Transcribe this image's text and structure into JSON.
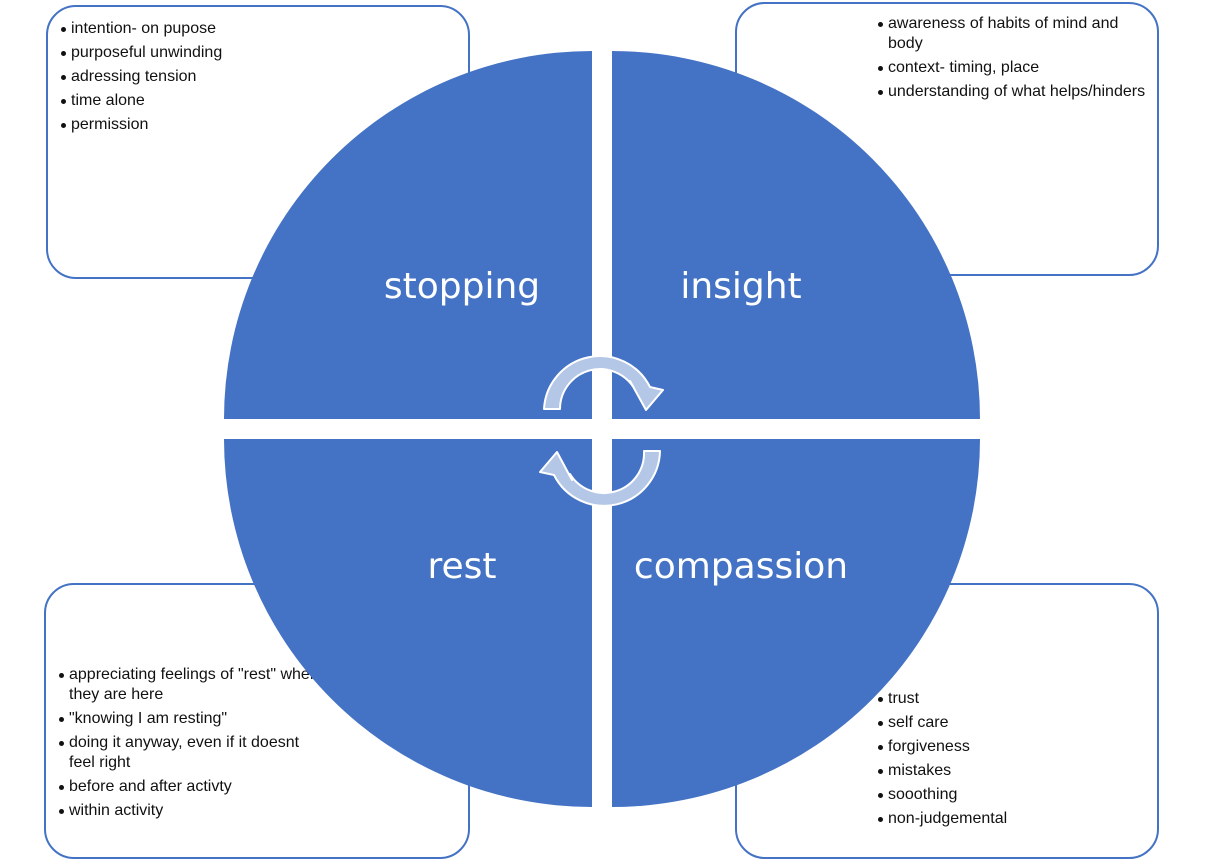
{
  "quadrants": {
    "stopping": "stopping",
    "insight": "insight",
    "rest": "rest",
    "compassion": "compassion"
  },
  "boxes": {
    "stopping": [
      "intention- on pupose",
      "purposeful unwinding",
      "adressing tension",
      "time alone",
      "permission"
    ],
    "insight": [
      "awareness of habits of mind and body",
      "context- timing, place",
      "understanding of what helps/hinders"
    ],
    "rest": [
      "appreciating feelings of \"rest\" when they are here",
      "\"knowing I am resting\"",
      "doing it anyway, even if it doesnt feel right",
      "before and after activty",
      "within activity"
    ],
    "compassion": [
      "trust",
      "self care",
      "forgiveness",
      "mistakes",
      "sooothing",
      "non-judgemental"
    ]
  },
  "colors": {
    "quadrant_fill": "#4472c4",
    "box_border": "#4472c4",
    "arrow_fill": "#b4c7e7",
    "arrow_stroke": "#ffffff"
  },
  "icons": {
    "cycle": "circular-arrows-icon"
  }
}
